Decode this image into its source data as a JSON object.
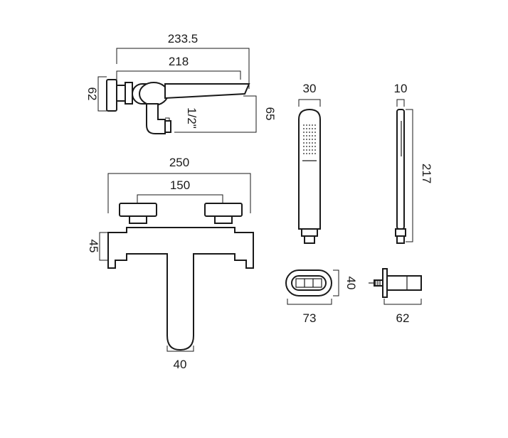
{
  "dimensions": {
    "side_total_length": "233.5",
    "side_spout_length": "218",
    "side_wall_plate": "62",
    "side_inlet_thread": "1/2\"",
    "side_height": "65",
    "front_width": "250",
    "front_centres": "150",
    "front_body_height": "45",
    "front_spout_width": "40",
    "handset_width": "30",
    "handset_depth": "10",
    "handset_length": "217",
    "outlet_width": "73",
    "outlet_height": "40",
    "outlet_projection": "62"
  }
}
